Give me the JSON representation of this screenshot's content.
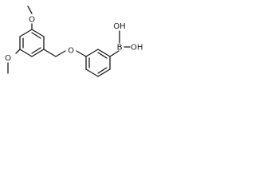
{
  "molecule": {
    "labels": {
      "o_methoxy_top": "O",
      "o_methoxy_bottom": "O",
      "o_ether": "O",
      "b_boron": "B",
      "oh_top": "OH",
      "oh_right": "OH"
    },
    "colors": {
      "bond": "#1a1a1a",
      "text": "#1a1a1a",
      "background": "#ffffff"
    }
  }
}
